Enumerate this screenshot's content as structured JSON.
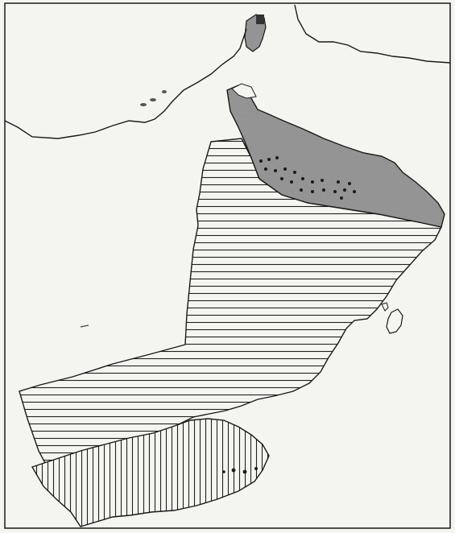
{
  "map": {
    "colors": {
      "paper": "#f4f4f1",
      "ink": "#1a1a1a",
      "stipple_fill": "#9a9a9a",
      "hatch_stroke": "#202020"
    },
    "regions": [
      {
        "id": "northern-mountains",
        "pattern": "stipple-gray"
      },
      {
        "id": "central-interior",
        "pattern": "horizontal-hatch"
      },
      {
        "id": "southern-coast",
        "pattern": "vertical-hatch"
      }
    ],
    "features": [
      "coastline",
      "neighboring-borders",
      "islands",
      "dotted-cluster"
    ]
  }
}
